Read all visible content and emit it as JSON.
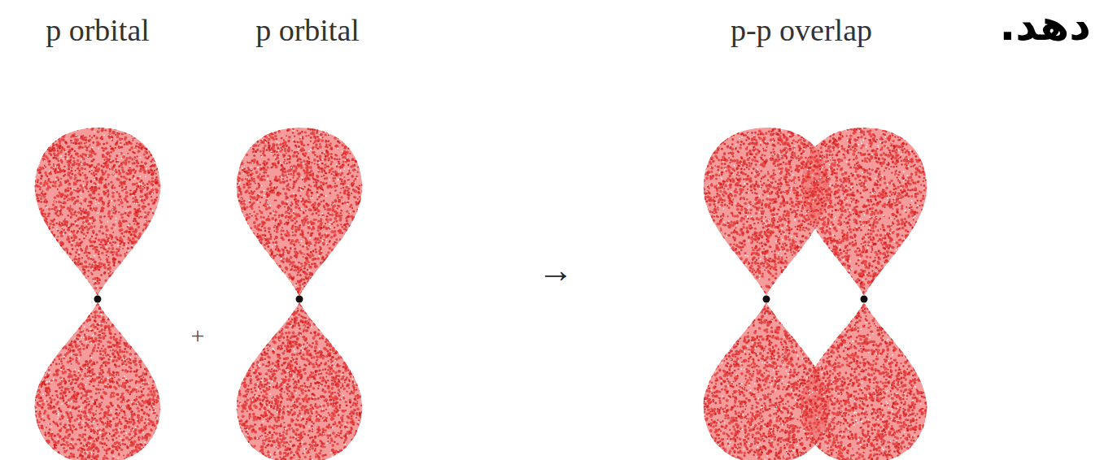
{
  "diagram": {
    "labels": [
      "p orbital",
      "p orbital",
      "+",
      "→",
      "p-p overlap",
      "دهد."
    ]
  }
}
